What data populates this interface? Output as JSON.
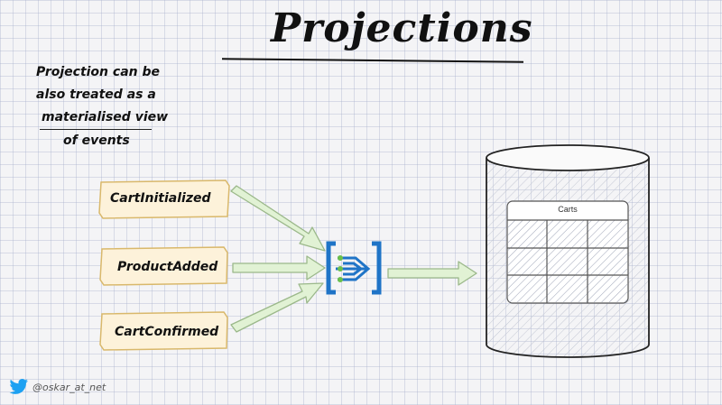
{
  "title": "Projections",
  "note": {
    "line1": "Projection can be",
    "line2": "also treated as a",
    "line3": "materialised view",
    "line4": "of events"
  },
  "events": [
    {
      "label": "CartInitialized"
    },
    {
      "label": "ProductAdded"
    },
    {
      "label": "CartConfirmed"
    }
  ],
  "processor": {
    "icon": "event-processor-icon"
  },
  "database": {
    "icon": "database-cylinder-icon",
    "table_header": "Carts"
  },
  "footer": {
    "icon": "twitter-icon",
    "handle": "@oskar_at_net"
  },
  "colors": {
    "event_fill": "#fdf2da",
    "event_border": "#d9b86b",
    "arrow_fill": "#e1f2d4",
    "arrow_stroke": "#9bb88a",
    "processor_blue": "#1f74c7",
    "processor_green": "#6cc04a",
    "twitter_blue": "#1da1f2"
  }
}
